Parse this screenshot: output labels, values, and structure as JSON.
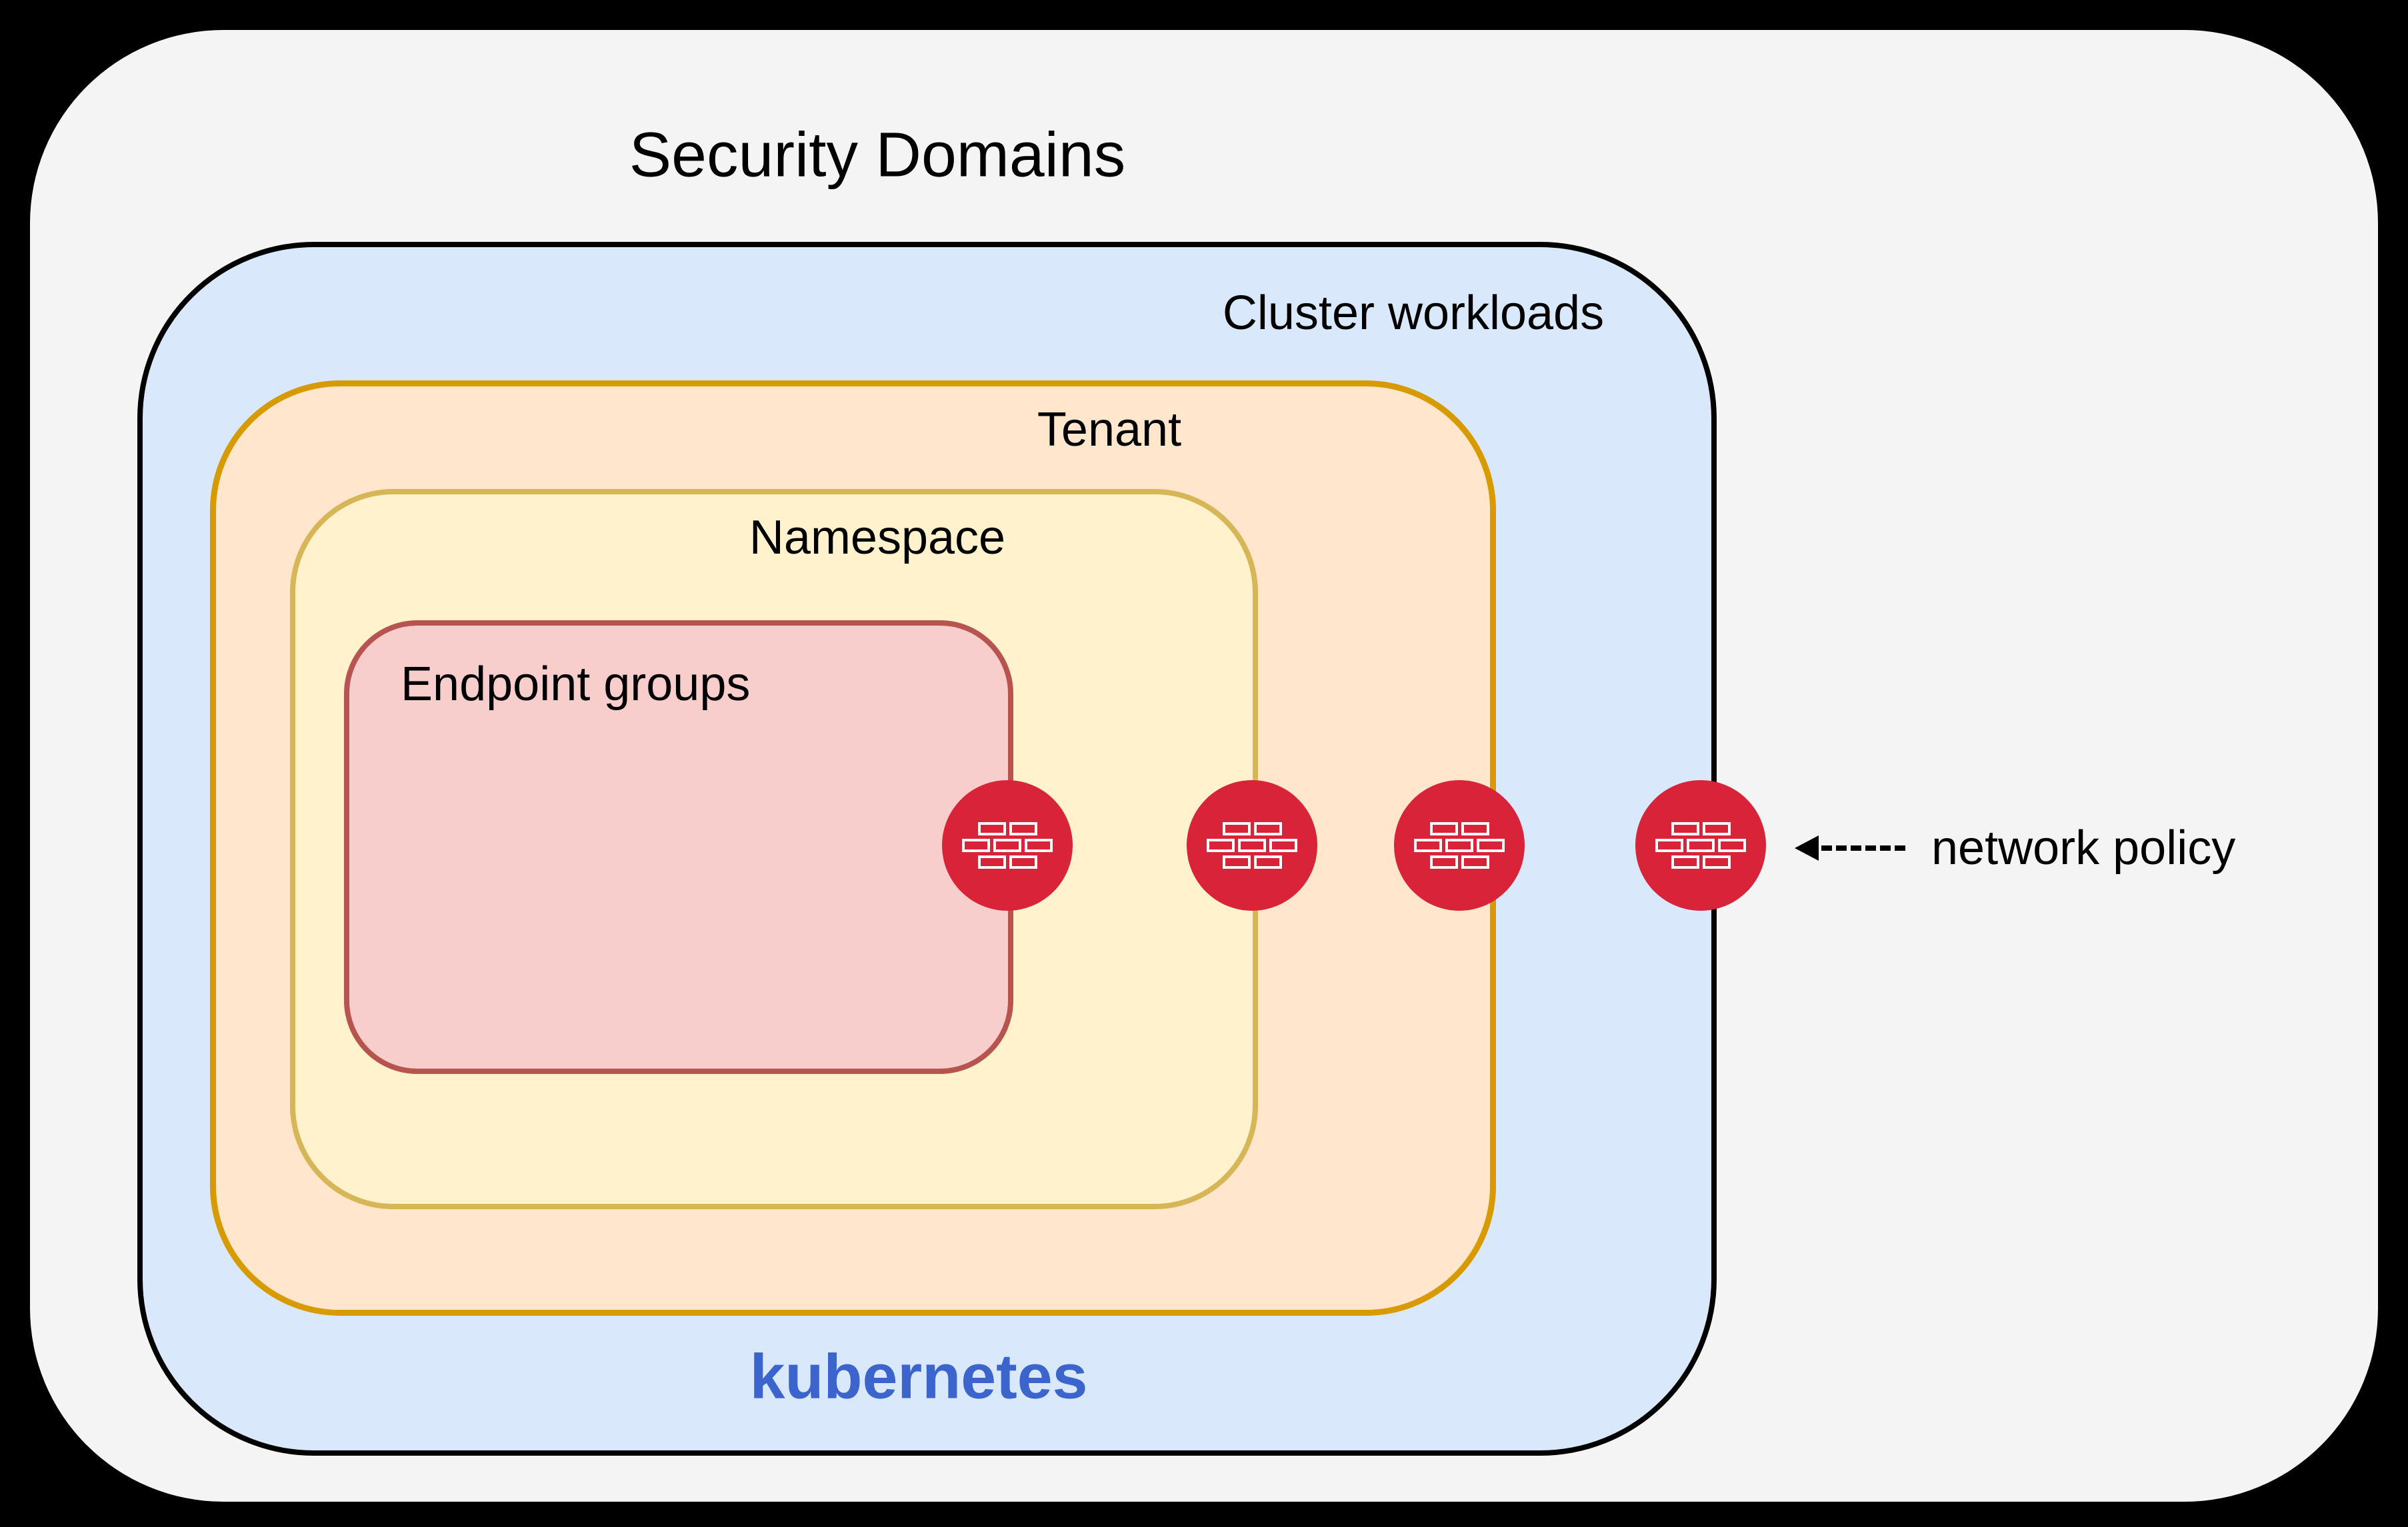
{
  "diagram": {
    "title": "Security Domains",
    "background_color": "#000000",
    "panel_color": "#f4f4f4",
    "layers": [
      {
        "label": "Cluster workloads",
        "fill": "#dae8fc",
        "stroke": "#000000"
      },
      {
        "label": "Tenant",
        "fill": "#ffe6cc",
        "stroke": "#d79b00"
      },
      {
        "label": "Namespace",
        "fill": "#fff2cc",
        "stroke": "#d6b656"
      },
      {
        "label": "Endpoint groups",
        "fill": "#f8cecc",
        "stroke": "#b85450"
      }
    ],
    "platform_label": "kubernetes",
    "platform_label_color": "#3c64cd",
    "firewalls": {
      "icon": "firewall-brick-wall",
      "color": "#d82339",
      "count": 4
    },
    "annotation": {
      "label": "network policy",
      "arrow_style": "dashed-arrow-left"
    }
  }
}
